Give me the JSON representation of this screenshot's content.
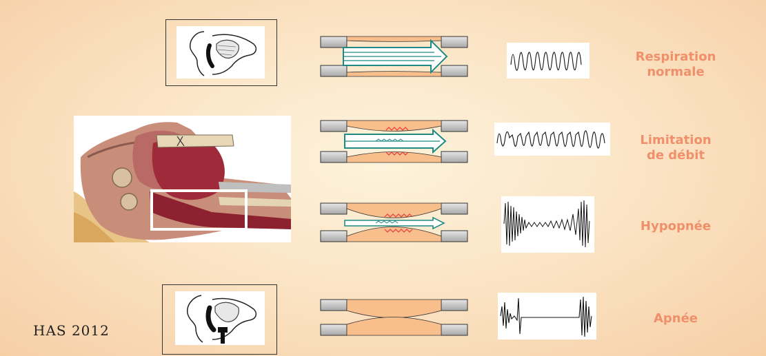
{
  "rows": [
    {
      "label": "Respiration\nnormale"
    },
    {
      "label": "Limitation\nde débit"
    },
    {
      "label": "Hypopnée"
    },
    {
      "label": "Apnée"
    }
  ],
  "footer": "HAS  2012",
  "colors": {
    "airway": "#f8be8c",
    "arrow": "#1f8a85",
    "vibration": "#e53a3a",
    "label": "#f0906a",
    "cap": "#bdbdbd"
  },
  "icons": {
    "profile": "head-profile-icon",
    "anatomy": "airway-anatomy-illustration"
  }
}
